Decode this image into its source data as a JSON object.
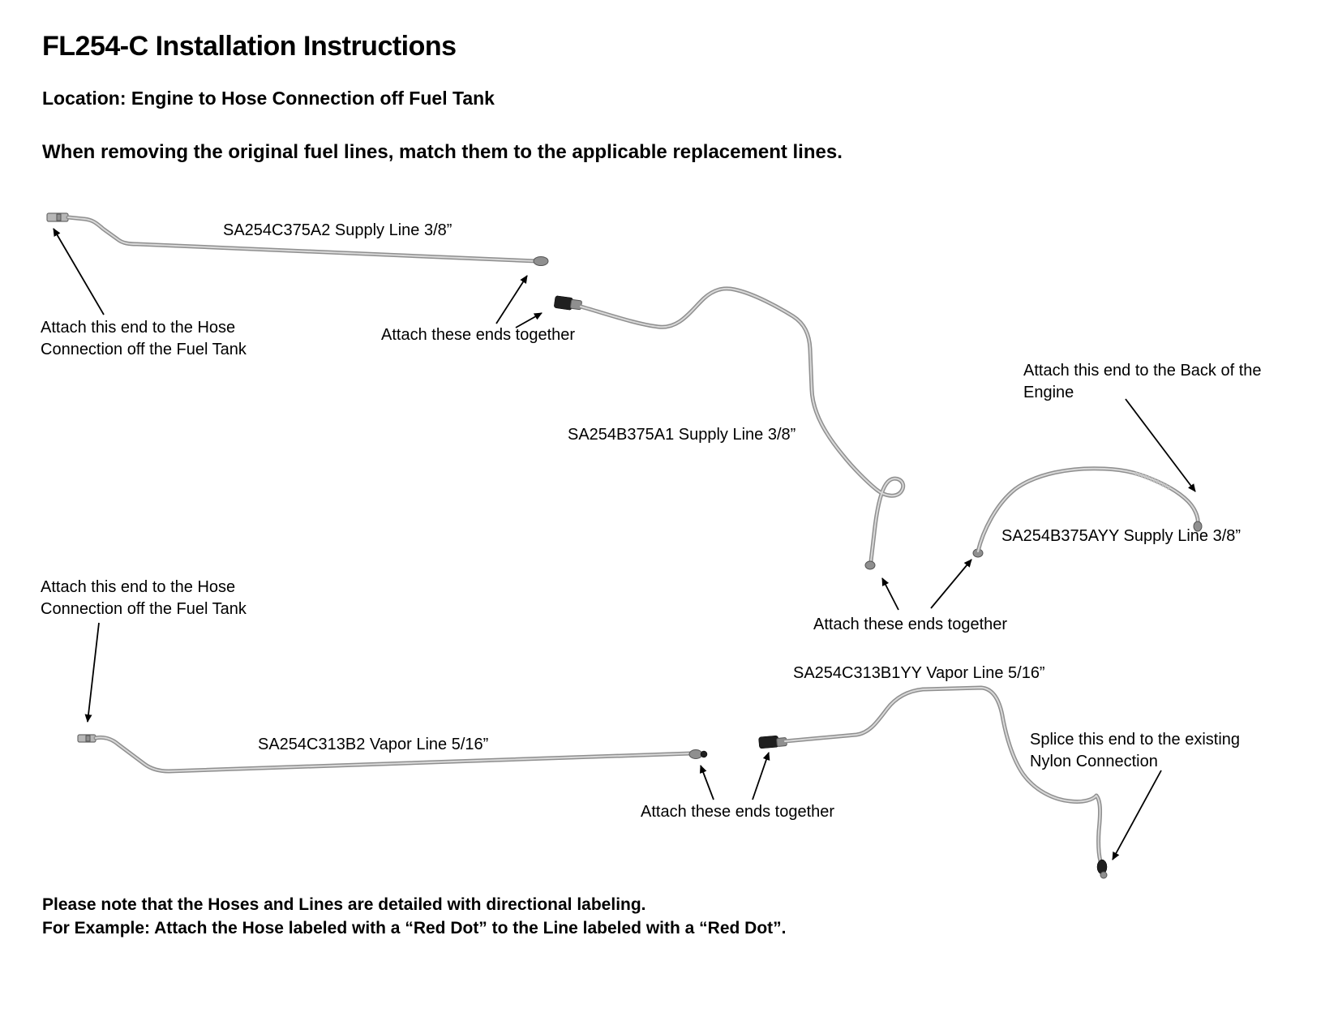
{
  "page": {
    "title": "FL254-C Installation Instructions",
    "location": "Location: Engine to Hose Connection off Fuel Tank",
    "instruction": "When removing the original fuel lines, match them to the applicable replacement lines.",
    "footer_line1": "Please note that the Hoses and Lines are detailed with directional labeling.",
    "footer_line2": "For Example: Attach the Hose labeled with a “Red Dot” to the Line labeled with a “Red Dot”."
  },
  "labels": {
    "line1": "SA254C375A2 Supply Line 3/8”",
    "line2": "SA254B375A1 Supply Line 3/8”",
    "line3": "SA254B375AYY Supply Line 3/8”",
    "line4": "SA254C313B1YY Vapor Line 5/16”",
    "line5": "SA254C313B2 Vapor Line 5/16”"
  },
  "annotations": {
    "attach_hose_tank": "Attach this end to the Hose Connection off the Fuel Tank",
    "attach_ends_together": "Attach these ends together",
    "attach_back_engine": "Attach this end to the Back of the Engine",
    "splice_nylon": "Splice this end to the existing Nylon Connection"
  },
  "colors": {
    "tube_gray": "#8f8f8f",
    "tube_highlight": "#d8d8d8",
    "fitting_dark": "#1f1f1f",
    "text": "#000000",
    "background": "#ffffff"
  }
}
